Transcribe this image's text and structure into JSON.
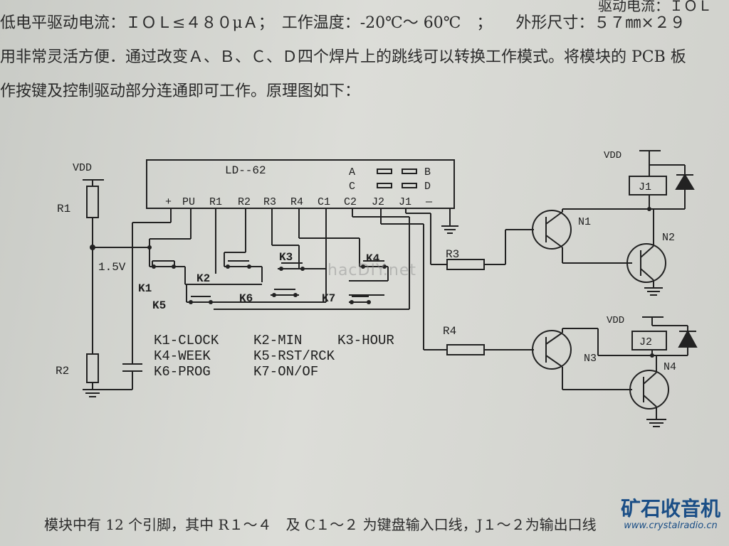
{
  "text": {
    "line1": "低电平驱动电流：ＩＯＬ≤４８０μＡ；　工作温度：-20℃～ 60℃　；　　外形尺寸：５７㎜×２９",
    "line1_right": "驱动电流：ＩＯＬ",
    "line2": "用非常灵活方便．通过改变Ａ、Ｂ、Ｃ、Ｄ四个焊片上的跳线可以转换工作模式。将模块的 PCB 板",
    "line3": "作按键及控制驱动部分连通即可工作。原理图如下：",
    "bottom": "模块中有 12 个引脚，其中 R１～４　及 C１～２ 为键盘输入口线，J１～２为输出口线"
  },
  "diagram": {
    "module": "LD--62",
    "pins": [
      "+",
      "PU",
      "R1",
      "R2",
      "R3",
      "R4",
      "C1",
      "C2",
      "J2",
      "J1",
      "—"
    ],
    "jumpers": [
      "A",
      "B",
      "C",
      "D"
    ],
    "vdd": "VDD",
    "r1": "R1",
    "r2": "R2",
    "r3": "R3",
    "r4": "R4",
    "voltage": "1.5V",
    "keys": [
      "K1",
      "K2",
      "K3",
      "K4",
      "K5",
      "K6",
      "K7"
    ],
    "transistors": [
      "N1",
      "N2",
      "N3",
      "N4"
    ],
    "relays": [
      "J1",
      "J2"
    ],
    "legend": [
      "K1-CLOCK",
      "K2-MIN",
      "K3-HOUR",
      "K4-WEEK",
      "K5-RST/RCK",
      "K6-PROG",
      "K7-ON/OF"
    ]
  },
  "watermark": {
    "overlay": "hacDIY.net",
    "brand": "矿石收音机",
    "url": "www.crystalradio.cn"
  }
}
